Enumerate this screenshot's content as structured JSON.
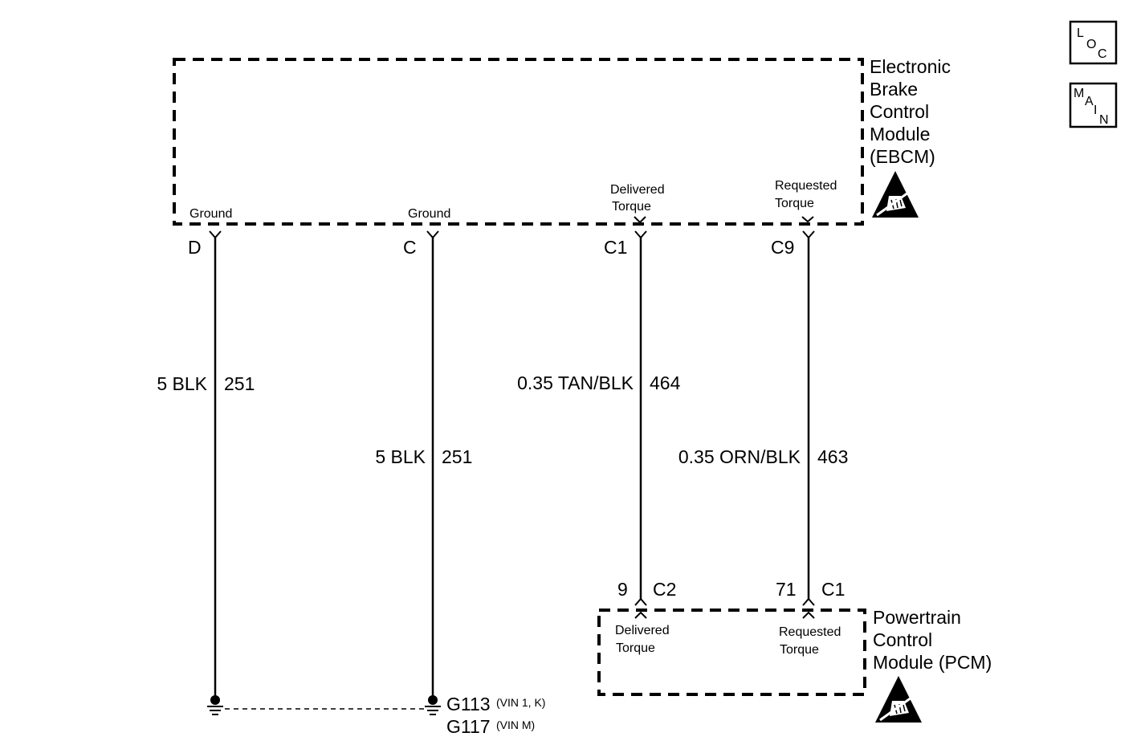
{
  "buttons": {
    "loc": {
      "l1": "L",
      "l2": "O",
      "l3": "C"
    },
    "main": {
      "l1": "M",
      "l2": "A",
      "l3": "I",
      "l4": "N"
    }
  },
  "ebcm": {
    "name_lines": [
      "Electronic",
      "Brake",
      "Control",
      "Module",
      "(EBCM)"
    ],
    "pins": [
      {
        "func": [
          "Ground"
        ],
        "pin": "D",
        "wire": "5 BLK",
        "circuit": "251"
      },
      {
        "func": [
          "Ground"
        ],
        "pin": "C",
        "wire": "5 BLK",
        "circuit": "251"
      },
      {
        "func": [
          "Delivered",
          "Torque"
        ],
        "pin": "C1",
        "wire": "0.35 TAN/BLK",
        "circuit": "464"
      },
      {
        "func": [
          "Requested",
          "Torque"
        ],
        "pin": "C9",
        "wire": "0.35 ORN/BLK",
        "circuit": "463"
      }
    ]
  },
  "pcm": {
    "name_lines": [
      "Powertrain",
      "Control",
      "Module (PCM)"
    ],
    "pins": [
      {
        "pin": "9",
        "connector": "C2",
        "func": [
          "Delivered",
          "Torque"
        ]
      },
      {
        "pin": "71",
        "connector": "C1",
        "func": [
          "Requested",
          "Torque"
        ]
      }
    ]
  },
  "grounds": [
    {
      "label": "G113",
      "note": "(VIN 1, K)"
    },
    {
      "label": "G117",
      "note": "(VIN M)"
    }
  ]
}
